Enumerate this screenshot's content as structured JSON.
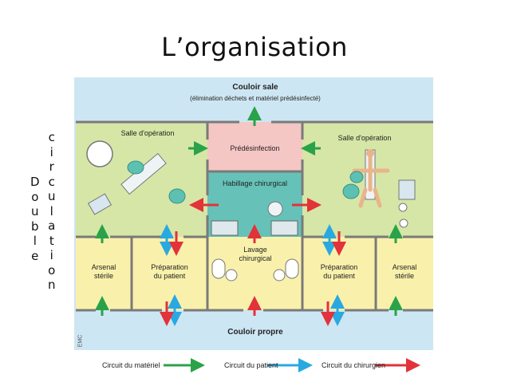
{
  "title": "L’organisation",
  "side_text": {
    "col1": [
      "D",
      "o",
      "u",
      "b",
      "l",
      "e"
    ],
    "col2": [
      "c",
      "i",
      "r",
      "c",
      "u",
      "l",
      "a",
      "t",
      "i",
      "o",
      "n"
    ]
  },
  "rooms": {
    "couloir_sale": "Couloir sale",
    "couloir_sale_sub": "(élimination déchets et matériel prédésinfecté)",
    "salle_op_left": "Salle d'opération",
    "salle_op_right": "Salle d'opération",
    "predesinfection": "Prédésinfection",
    "habillage": "Habillage chirurgical",
    "lavage_1": "Lavage",
    "lavage_2": "chirurgical",
    "arsenal_left_1": "Arsenal",
    "arsenal_left_2": "stérile",
    "prep_left_1": "Préparation",
    "prep_left_2": "du patient",
    "prep_right_1": "Préparation",
    "prep_right_2": "du patient",
    "arsenal_right_1": "Arsenal",
    "arsenal_right_2": "stérile",
    "couloir_propre": "Couloir propre"
  },
  "legend": {
    "materiel": "Circuit du matériel",
    "patient": "Circuit du patient",
    "chirurgien": "Circuit du chirurgien"
  },
  "colors": {
    "corridor": "#cde6f3",
    "room_green": "#d6e6a6",
    "sterile_yellow": "#f9f1ab",
    "predes_pink": "#f4c6c4",
    "habillage_teal": "#66c2b8",
    "wall": "#7a7a7a",
    "arrow_green": "#2aa24a",
    "arrow_blue": "#29a9e0",
    "arrow_red": "#e2323a"
  },
  "signature": "EMC"
}
